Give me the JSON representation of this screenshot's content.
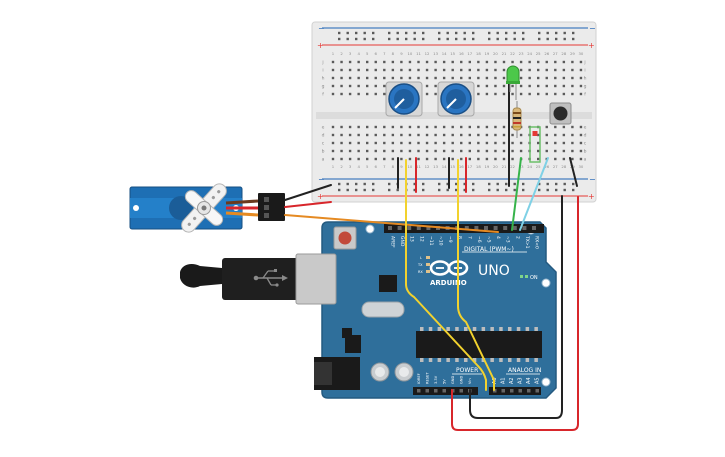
{
  "colors": {
    "board": "#2f6f9b",
    "board_edge": "#245a80",
    "breadboard": "#ebebeb",
    "rail_red": "#e53935",
    "rail_blue": "#1e63b5",
    "wire_yellow": "#f2d22e",
    "wire_red": "#d8262b",
    "wire_black": "#222222",
    "wire_green": "#36b34a",
    "wire_cyan": "#7fd1e6",
    "wire_orange": "#e58a22",
    "servo_body": "#1e6fb4",
    "led_green": "#4cc84a",
    "pot_blue": "#2a75c2"
  },
  "breadboard": {
    "rail_minus": "−",
    "rail_plus": "+",
    "row_letters_top": [
      "j",
      "i",
      "h",
      "g",
      "f"
    ],
    "row_letters_bottom": [
      "e",
      "d",
      "c",
      "b",
      "a"
    ],
    "column_numbers": [
      "1",
      "2",
      "3",
      "4",
      "5",
      "6",
      "7",
      "8",
      "9",
      "10",
      "11",
      "12",
      "13",
      "14",
      "15",
      "16",
      "17",
      "18",
      "19",
      "20",
      "21",
      "22",
      "23",
      "24",
      "25",
      "26",
      "27",
      "28",
      "29",
      "30"
    ]
  },
  "arduino": {
    "model": "UNO",
    "brand": "ARDUINO",
    "digital_label": "DIGITAL (PWM~)",
    "on_label": "ON",
    "power_label": "POWER",
    "analog_label": "ANALOG IN",
    "top_pins": [
      "AREF",
      "GND",
      "13",
      "12",
      "~11",
      "~10",
      "~9",
      "8",
      "7",
      "~6",
      "~5",
      "4",
      "~3",
      "2",
      "TX>1",
      "RX<0"
    ],
    "power_pins": [
      "IOREF",
      "RESET",
      "3.3V",
      "5V",
      "GND",
      "GND",
      "Vin"
    ],
    "analog_pins": [
      "A0",
      "A1",
      "A2",
      "A3",
      "A4",
      "A5"
    ],
    "tx_label": "TX",
    "rx_label": "RX",
    "l_label": "L"
  }
}
